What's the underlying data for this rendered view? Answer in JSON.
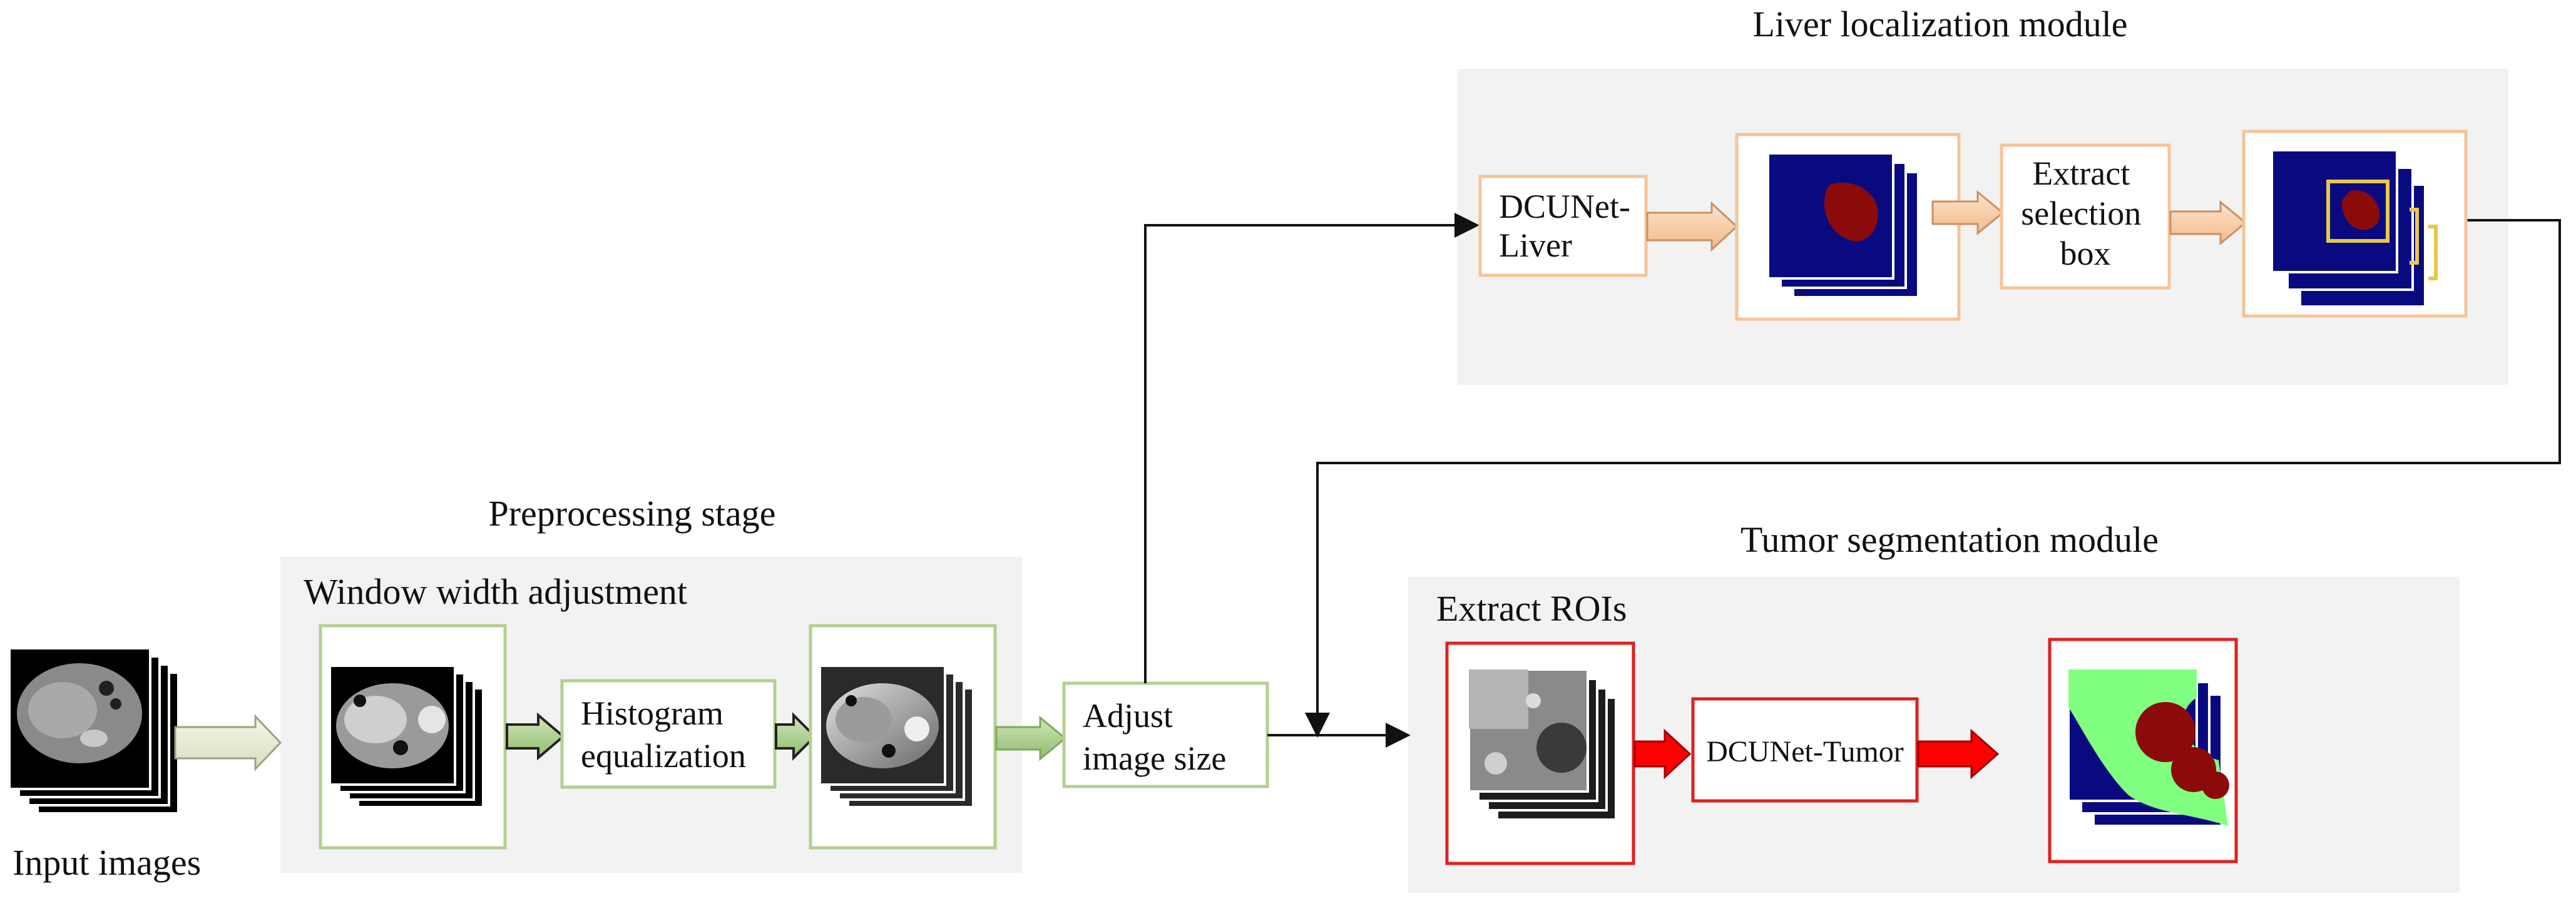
{
  "input": {
    "label": "Input images"
  },
  "preprocessing": {
    "title": "Preprocessing stage",
    "subtitle": "Window width adjustment",
    "histogram_label": [
      "Histogram",
      "equalization"
    ],
    "adjust_label": [
      "Adjust",
      "image size"
    ]
  },
  "liver_module": {
    "title": "Liver localization module",
    "network_label": [
      "DCUNet-",
      "Liver"
    ],
    "extract_label": [
      "Extract",
      "selection",
      "box"
    ]
  },
  "tumor_module": {
    "title": "Tumor segmentation module",
    "roi_label": "Extract ROIs",
    "network_label": "DCUNet-Tumor"
  },
  "colors": {
    "panel_bg": "#f2f2f2",
    "green_border": "#b4cf90",
    "orange_border": "#f5c498",
    "red_border": "#e02020",
    "seg_background": "#0a0a80",
    "liver": "#8b0a0a",
    "tumor_mask": "#80ff80",
    "green_arrow": "#a9d18e",
    "orange_arrow": "#f8cba0",
    "red_arrow": "#ff0000"
  }
}
